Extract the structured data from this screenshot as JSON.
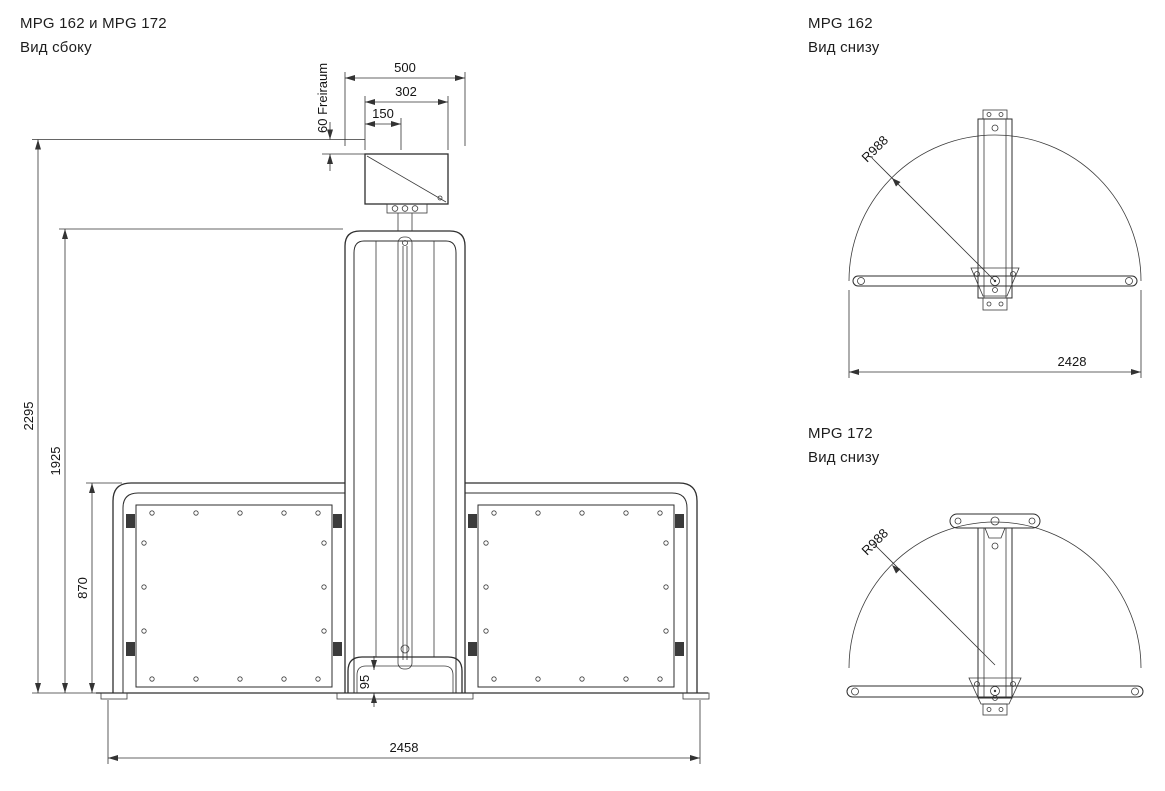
{
  "side_view": {
    "title_model": "MPG 162 и MPG 172",
    "title_view": "Вид сбоку",
    "dim_500": "500",
    "dim_302": "302",
    "dim_150": "150",
    "dim_freiraum": "60 Freiraum",
    "dim_2295": "2295",
    "dim_1925": "1925",
    "dim_870": "870",
    "dim_95": "95",
    "dim_2458": "2458"
  },
  "mpg162_bottom": {
    "title_model": "MPG 162",
    "title_view": "Вид снизу",
    "dim_radius": "R988",
    "dim_2428": "2428"
  },
  "mpg172_bottom": {
    "title_model": "MPG 172",
    "title_view": "Вид снизу",
    "dim_radius": "R988"
  }
}
